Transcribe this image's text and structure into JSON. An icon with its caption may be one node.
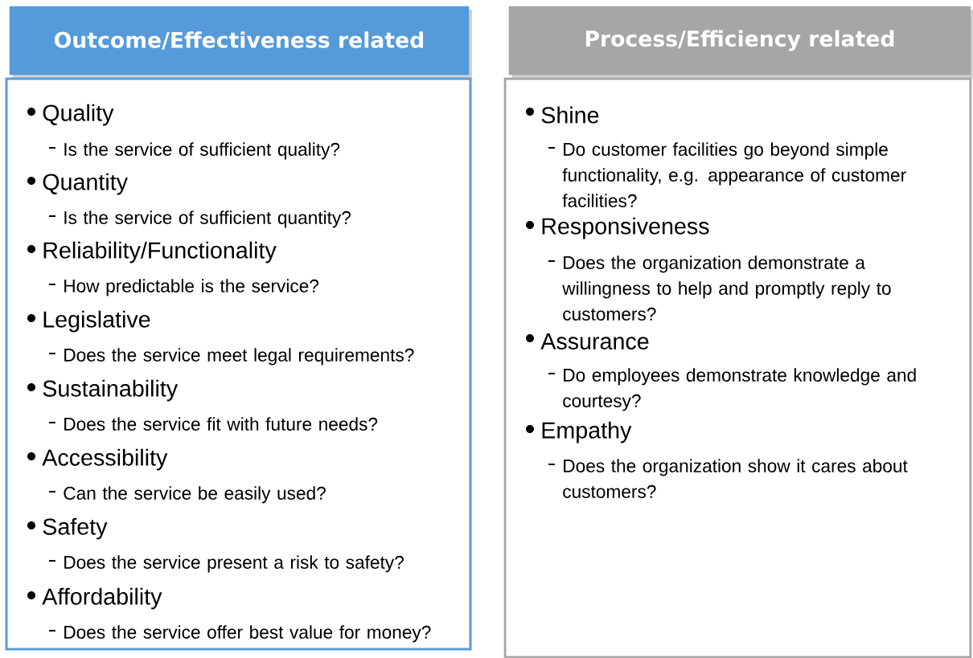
{
  "diagram": {
    "nodes": [
      {
        "text": [
          "Outcome/Effectiveness related"
        ]
      },
      {
        "text": [
          "Quality",
          "Is the service of sufficient quality?",
          "Quantity",
          "Is the service of sufficient quantity?",
          "Reliability/Functionality",
          "How predictable is the service?",
          "Legislative",
          "Does the service meet legal requirements?",
          "Sustainability",
          "Does the service fit with future needs?",
          "Accessibility",
          "Can the service be easily used?",
          "Safety",
          "Does the service present a risk to safety?",
          "Affordability",
          "Does the service offer best value for money?"
        ]
      },
      {
        "text": [
          "Process/Efficiency related"
        ]
      },
      {
        "text": [
          "Shine",
          "Do customer facilities go beyond simple functionality, e.g. appearance of customer facilities?",
          "Responsiveness",
          "Does the organization demonstrate a willingness to help and promptly reply to customers?",
          "Assurance",
          "Do employees demonstrate knowledge and courtesy?",
          "Empathy",
          "Does the organization show it cares about customers?"
        ]
      }
    ]
  }
}
